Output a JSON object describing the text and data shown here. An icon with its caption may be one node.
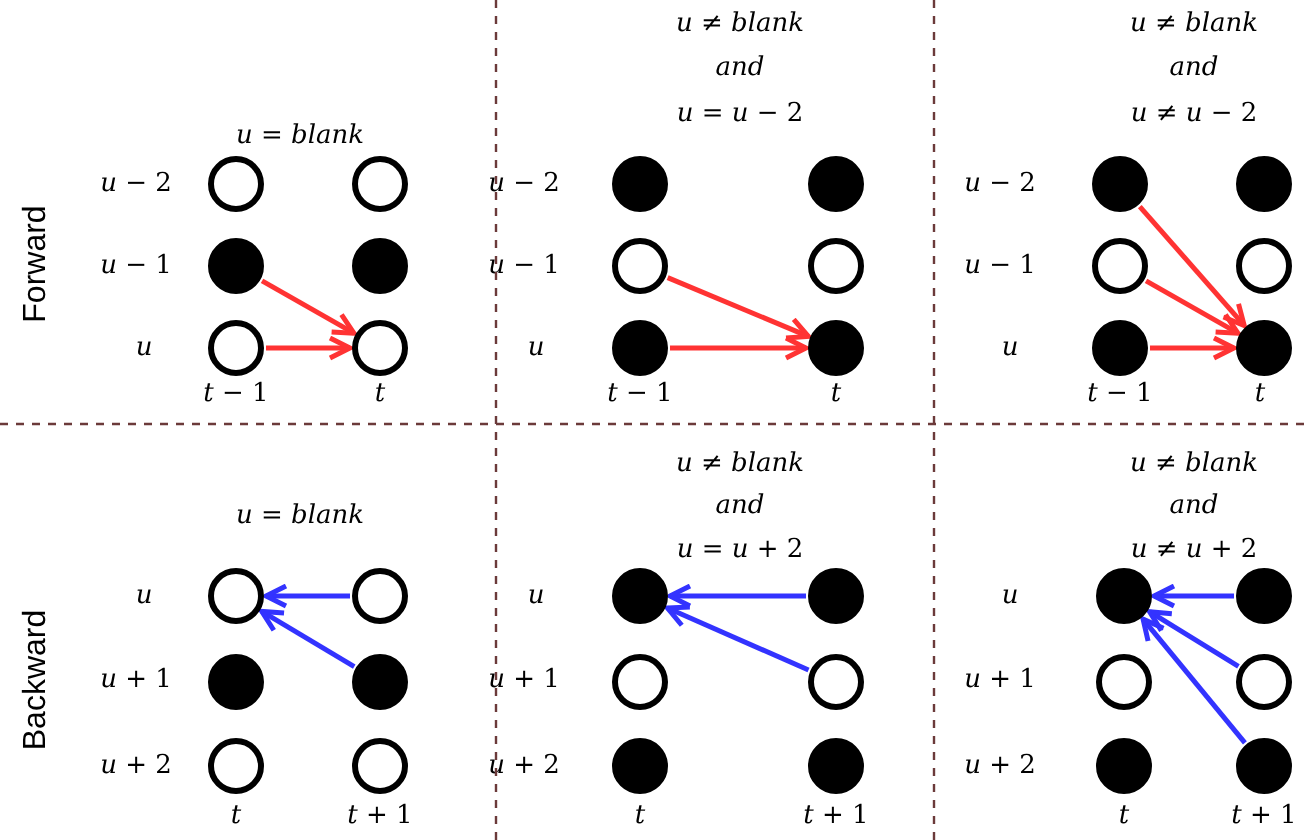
{
  "diagram": {
    "nodes": [
      {
        "text": [],
        "shape": "circle"
      },
      {
        "text": [],
        "shape": "circle"
      },
      {
        "text": [],
        "shape": "disc"
      },
      {
        "text": [],
        "shape": "disc"
      },
      {
        "text": [],
        "shape": "circle"
      },
      {
        "text": [],
        "shape": "circle"
      },
      {
        "text": [],
        "shape": "disc"
      },
      {
        "text": [],
        "shape": "disc"
      },
      {
        "text": [],
        "shape": "circle"
      },
      {
        "text": [],
        "shape": "circle"
      },
      {
        "text": [],
        "shape": "disc"
      },
      {
        "text": [],
        "shape": "disc"
      },
      {
        "text": [],
        "shape": "disc"
      },
      {
        "text": [],
        "shape": "disc"
      },
      {
        "text": [],
        "shape": "circle"
      },
      {
        "text": [],
        "shape": "circle"
      },
      {
        "text": [],
        "shape": "disc"
      },
      {
        "text": [],
        "shape": "disc"
      },
      {
        "text": [],
        "shape": "circle"
      },
      {
        "text": [],
        "shape": "circle"
      },
      {
        "text": [],
        "shape": "disc"
      },
      {
        "text": [],
        "shape": "disc"
      },
      {
        "text": [],
        "shape": "circle"
      },
      {
        "text": [],
        "shape": "circle"
      },
      {
        "text": [],
        "shape": "disc"
      },
      {
        "text": [],
        "shape": "disc"
      },
      {
        "text": [],
        "shape": "circle"
      },
      {
        "text": [],
        "shape": "circle"
      },
      {
        "text": [],
        "shape": "disc"
      },
      {
        "text": [],
        "shape": "disc"
      },
      {
        "text": [],
        "shape": "disc"
      },
      {
        "text": [],
        "shape": "disc"
      },
      {
        "text": [],
        "shape": "circle"
      },
      {
        "text": [],
        "shape": "circle"
      },
      {
        "text": [],
        "shape": "disc"
      },
      {
        "text": [],
        "shape": "disc"
      }
    ],
    "edges": [
      {
        "from": 2,
        "to": 5,
        "arrow": "to",
        "color": "#ff3333"
      },
      {
        "from": 4,
        "to": 5,
        "arrow": "to",
        "color": "#ff3333"
      },
      {
        "from": 8,
        "to": 11,
        "arrow": "to",
        "color": "#ff3333"
      },
      {
        "from": 10,
        "to": 11,
        "arrow": "to",
        "color": "#ff3333"
      },
      {
        "from": 12,
        "to": 17,
        "arrow": "to",
        "color": "#ff3333"
      },
      {
        "from": 14,
        "to": 17,
        "arrow": "to",
        "color": "#ff3333"
      },
      {
        "from": 16,
        "to": 17,
        "arrow": "to",
        "color": "#ff3333"
      },
      {
        "from": 19,
        "to": 18,
        "arrow": "to",
        "color": "#3333ff"
      },
      {
        "from": 21,
        "to": 18,
        "arrow": "to",
        "color": "#3333ff"
      },
      {
        "from": 25,
        "to": 24,
        "arrow": "to",
        "color": "#3333ff"
      },
      {
        "from": 27,
        "to": 24,
        "arrow": "to",
        "color": "#3333ff"
      },
      {
        "from": 31,
        "to": 30,
        "arrow": "to",
        "color": "#3333ff"
      },
      {
        "from": 33,
        "to": 30,
        "arrow": "to",
        "color": "#3333ff"
      },
      {
        "from": 35,
        "to": 30,
        "arrow": "to",
        "color": "#3333ff"
      }
    ],
    "labels": [
      "*u* = *blank*",
      "*u* ≠ *blank*",
      "and",
      "*u* = *u* − 2",
      "*u* ≠ *blank*",
      "and",
      "*u* ≠ *u* − 2",
      "Forward",
      "*u* − 2",
      "*u* − 1",
      "u",
      "*u* − 2",
      "*u* − 1",
      "u",
      "*u* − 2",
      "*u* − 1",
      "u",
      "*t* − 1",
      "t",
      "*t* − 1",
      "t",
      "*t* − 1",
      "t",
      "*u* = *blank*",
      "*u* ≠ *blank*",
      "and",
      "*u* = *u* + 2",
      "*u* ≠ *blank*",
      "and",
      "*u* ≠ *u* + 2",
      "Backward",
      "u",
      "*u* + 1",
      "*u* + 2",
      "u",
      "*u* + 1",
      "*u* + 2",
      "u",
      "*u* + 1",
      "*u* + 2",
      "t",
      "*t* + 1",
      "t",
      "*t* + 1",
      "t",
      "*t* + 1"
    ]
  }
}
